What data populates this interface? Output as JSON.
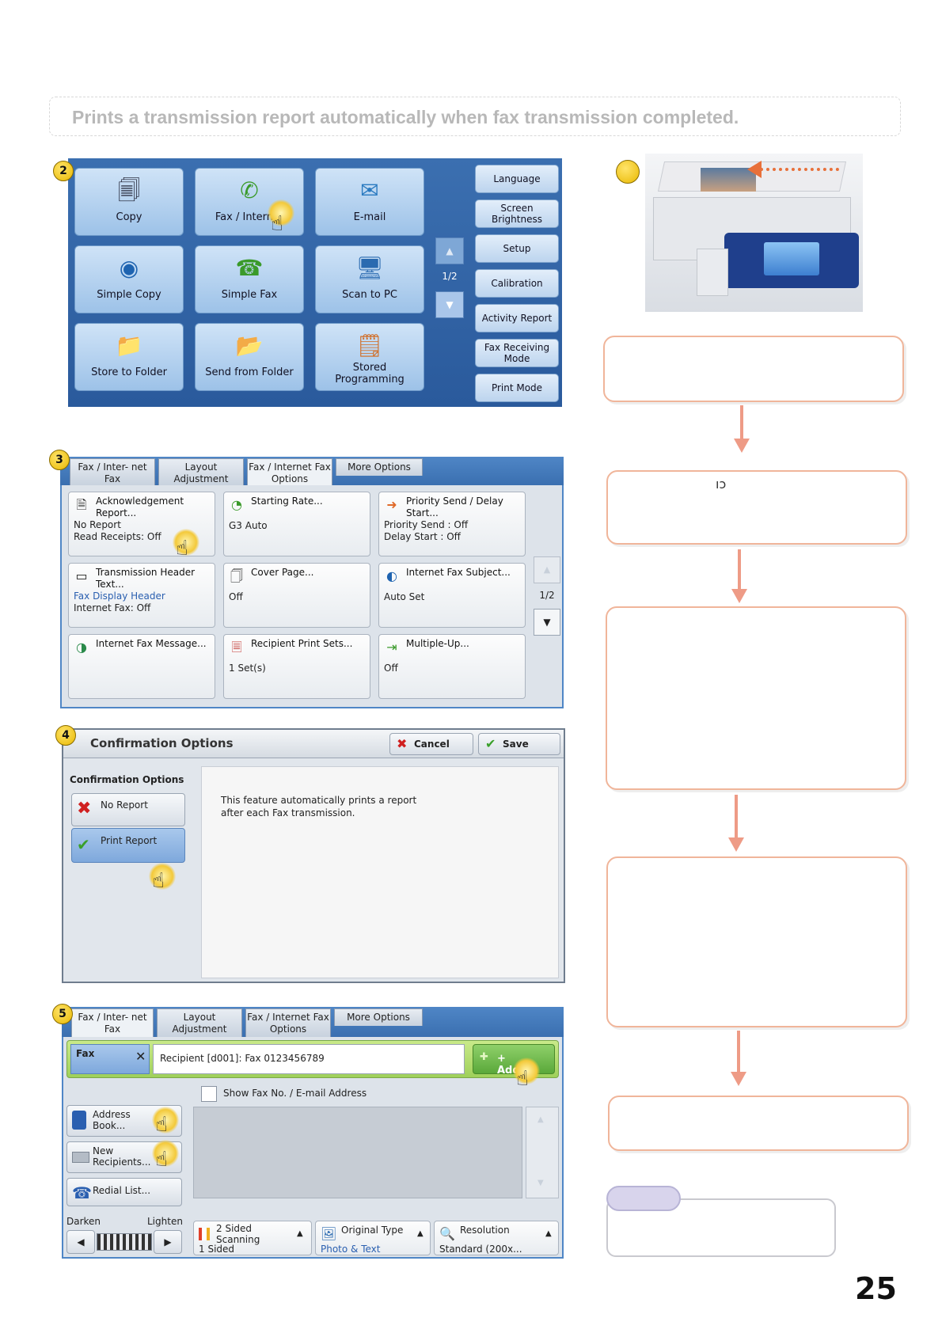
{
  "caption": "Prints a transmission report automatically when fax transmission completed.",
  "page_number": "25",
  "step2": {
    "badge": "2",
    "buttons": [
      {
        "label": "Copy",
        "icon": "copy-icon"
      },
      {
        "label": "Fax / Internet",
        "icon": "fax-icon"
      },
      {
        "label": "E-mail",
        "icon": "email-icon"
      },
      {
        "label": "Simple Copy",
        "icon": "simple-copy-icon"
      },
      {
        "label": "Simple Fax",
        "icon": "simple-fax-icon"
      },
      {
        "label": "Scan to PC",
        "icon": "scan-to-pc-icon"
      },
      {
        "label": "Store to Folder",
        "icon": "folder-icon"
      },
      {
        "label": "Send from Folder",
        "icon": "send-folder-icon"
      },
      {
        "label": "Stored Programming",
        "icon": "stored-programming-icon"
      }
    ],
    "pager": "1/2",
    "side_buttons": [
      "Language",
      "Screen Brightness",
      "Setup",
      "Calibration",
      "Activity Report",
      "Fax Receiving Mode",
      "Print Mode"
    ]
  },
  "step3": {
    "badge": "3",
    "tabs": [
      "Fax / Inter- net Fax",
      "Layout Adjustment",
      "Fax / Internet Fax Options",
      "More Options"
    ],
    "features": [
      {
        "title": "Acknowledgement Report...",
        "values": [
          "No Report",
          "Read Receipts: Off"
        ]
      },
      {
        "title": "Starting Rate...",
        "values": [
          "G3 Auto"
        ]
      },
      {
        "title": "Priority Send / Delay Start...",
        "values": [
          "Priority Send : Off",
          "Delay Start : Off"
        ]
      },
      {
        "title": "Transmission Header Text...",
        "values": [
          "Fax Display Header",
          "Internet Fax: Off"
        ]
      },
      {
        "title": "Cover Page...",
        "values": [
          "Off"
        ]
      },
      {
        "title": "Internet Fax Subject...",
        "values": [
          "Auto Set"
        ]
      },
      {
        "title": "Internet Fax Message...",
        "values": []
      },
      {
        "title": "Recipient Print Sets...",
        "values": [
          "1 Set(s)"
        ]
      },
      {
        "title": "Multiple-Up...",
        "values": [
          "Off"
        ]
      }
    ],
    "pager": "1/2"
  },
  "step4": {
    "badge": "4",
    "title": "Confirmation Options",
    "cancel": "Cancel",
    "save": "Save",
    "section_label": "Confirmation Options",
    "options": [
      "No Report",
      "Print Report"
    ],
    "description": "This feature automatically prints a report after each Fax transmission."
  },
  "step5": {
    "badge": "5",
    "tabs": [
      "Fax / Inter- net Fax",
      "Layout Adjustment",
      "Fax / Internet Fax Options",
      "More Options"
    ],
    "mode": "Fax",
    "recipient": "Recipient [d001]: Fax 0123456789",
    "add": "+ Add",
    "show_label": "Show Fax No. / E-mail Address",
    "left_buttons": [
      "Address Book...",
      "New Recipients...",
      "Redial List..."
    ],
    "darken": "Darken",
    "lighten": "Lighten",
    "bottom": [
      {
        "title": "2 Sided Scanning",
        "value": "1 Sided"
      },
      {
        "title": "Original Type",
        "value": "Photo & Text"
      },
      {
        "title": "Resolution",
        "value": "Standard (200x..."
      }
    ]
  },
  "flow_partial_text": "ıɔ"
}
